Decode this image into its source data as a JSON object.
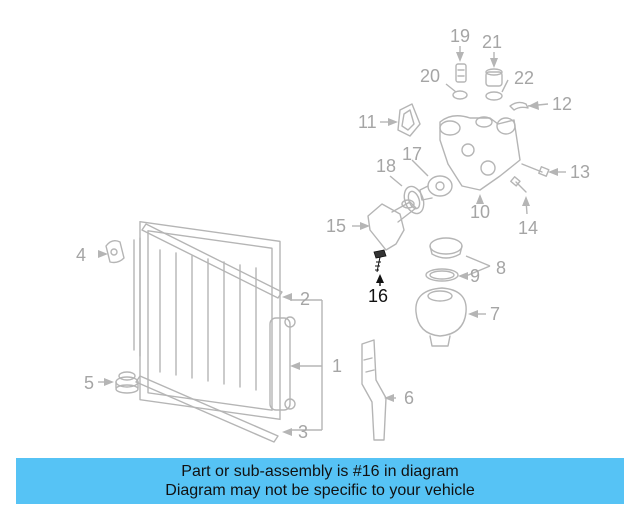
{
  "diagram": {
    "highlighted_callout": "16",
    "callouts": [
      "1",
      "2",
      "3",
      "4",
      "5",
      "6",
      "7",
      "8",
      "9",
      "10",
      "11",
      "12",
      "13",
      "14",
      "15",
      "17",
      "18",
      "19",
      "20",
      "21",
      "22"
    ]
  },
  "banner": {
    "line1": "Part or sub-assembly is #16 in diagram",
    "line2": "Diagram may not be specific to your vehicle",
    "background": "#56c3f5"
  },
  "colors": {
    "ghost_parts": "#b5b5b5",
    "highlight_part": "#111111"
  }
}
